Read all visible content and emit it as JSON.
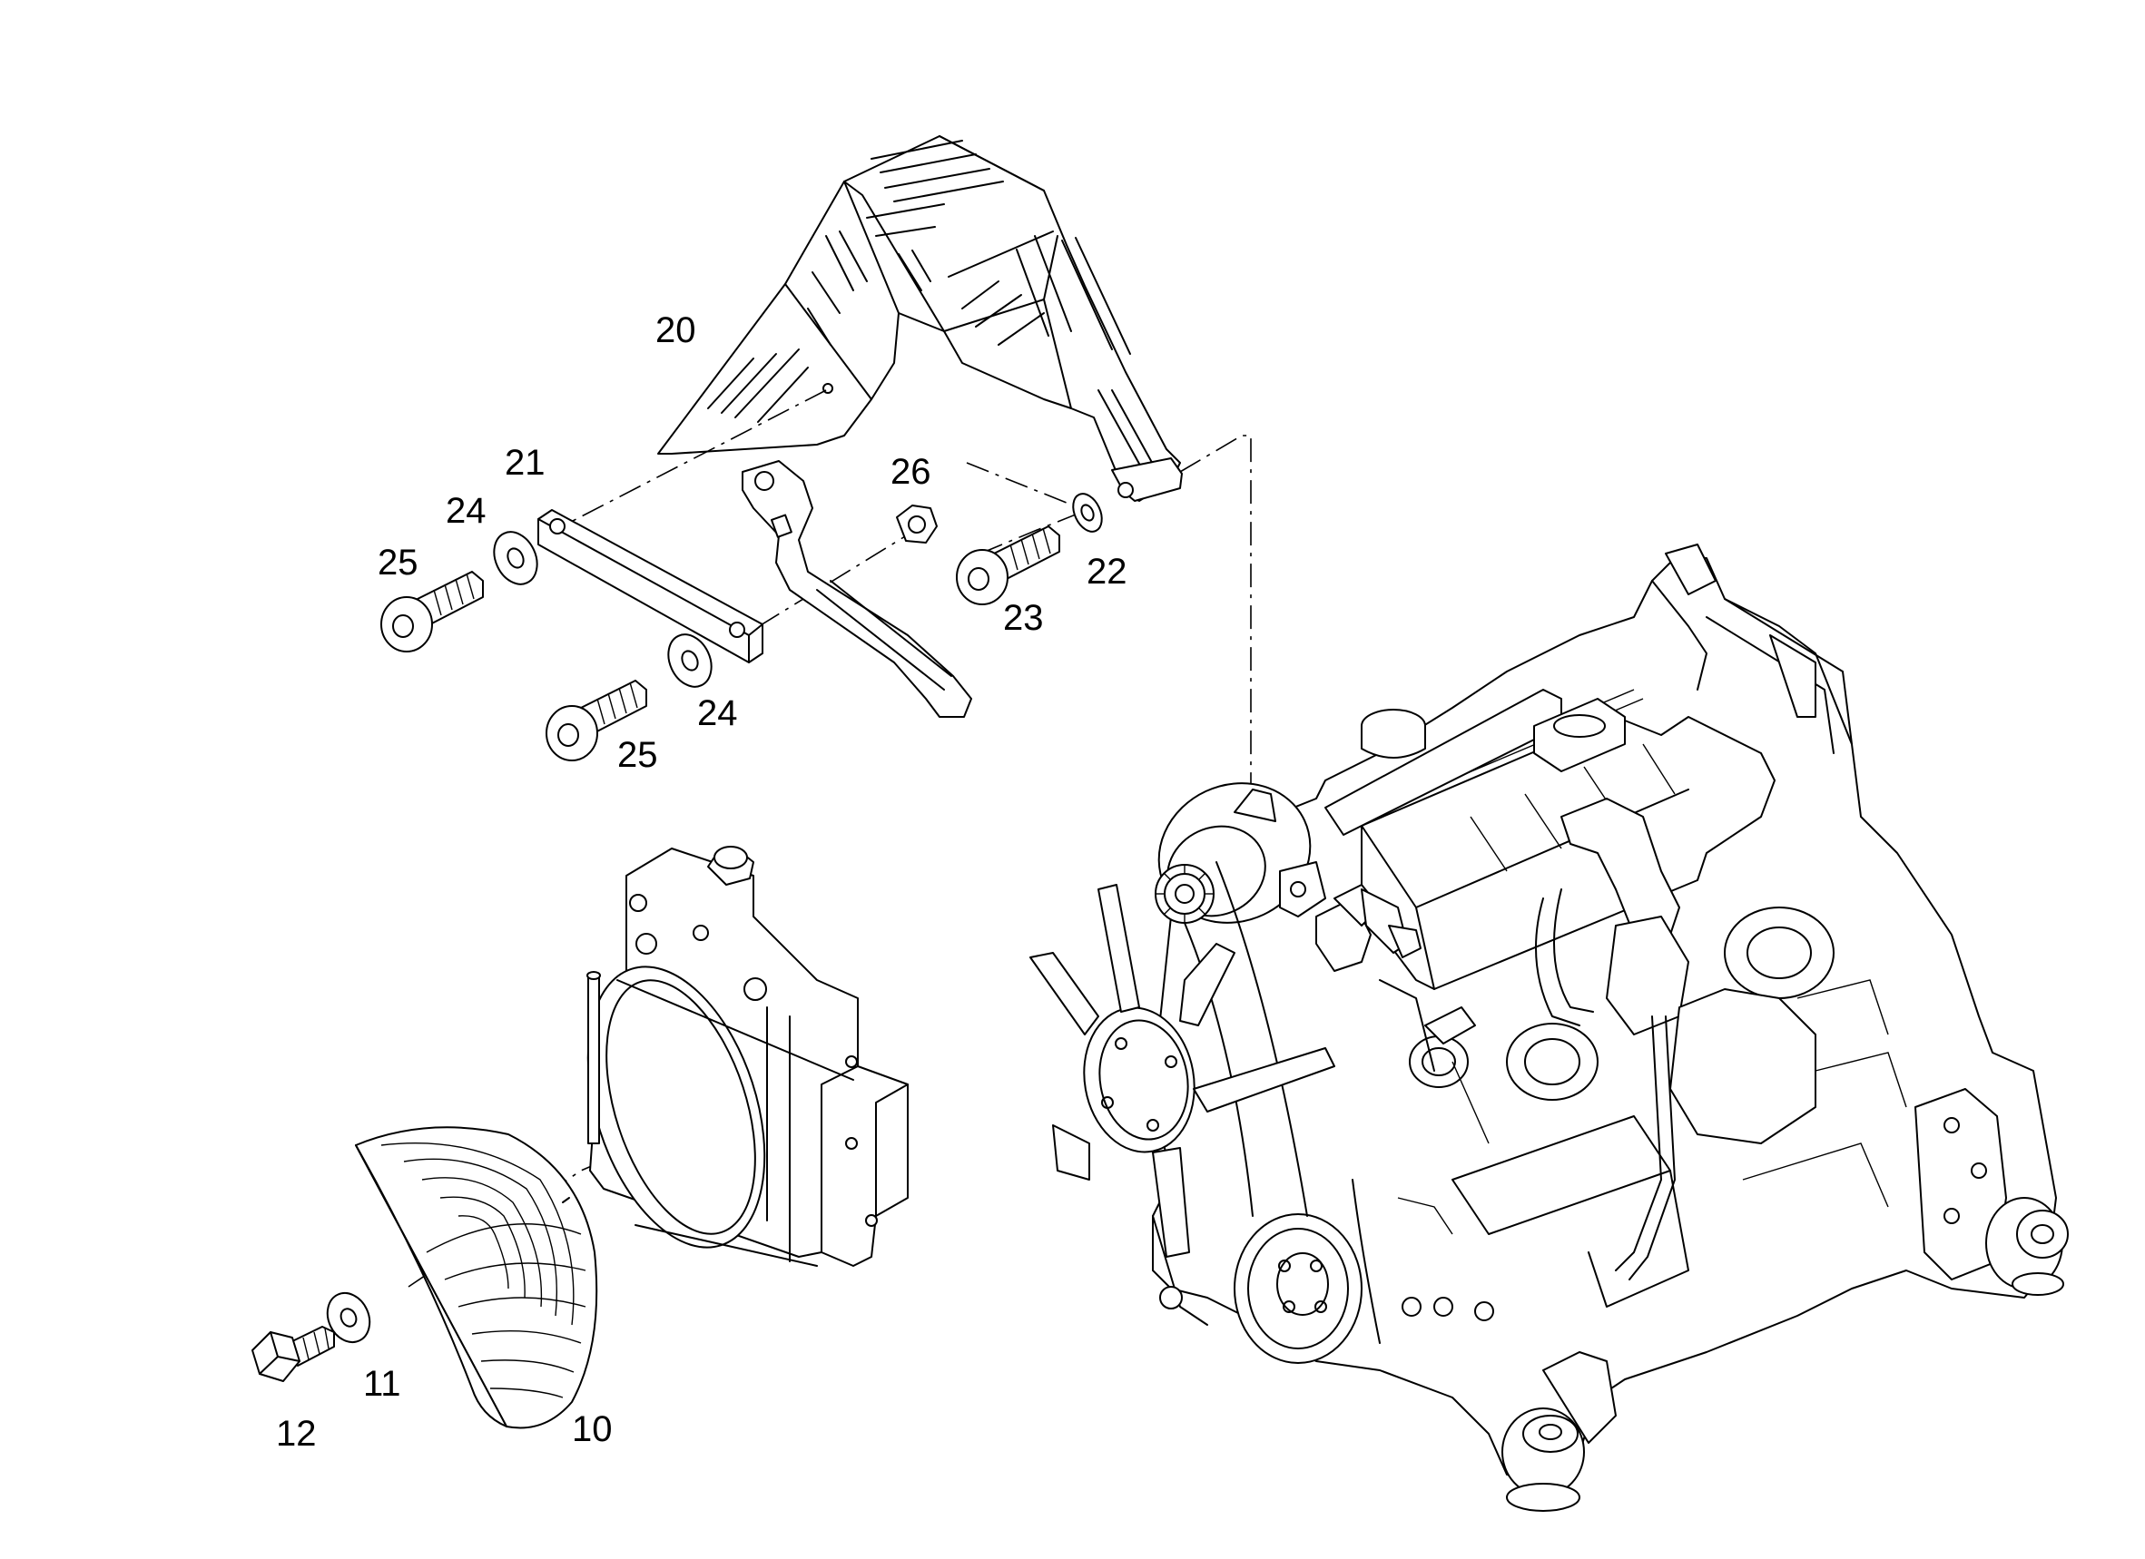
{
  "callouts": {
    "c20": "20",
    "c21": "21",
    "c24a": "24",
    "c25a": "25",
    "c26": "26",
    "c22": "22",
    "c23": "23",
    "c24b": "24",
    "c25b": "25",
    "c11": "11",
    "c12": "12",
    "c10": "10"
  }
}
